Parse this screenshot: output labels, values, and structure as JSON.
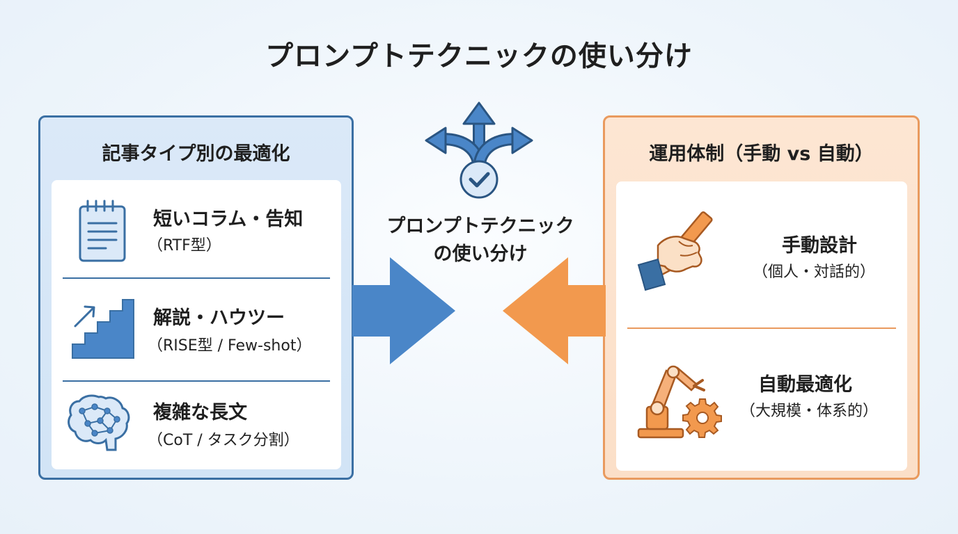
{
  "title": "プロンプトテクニックの使い分け",
  "center": {
    "line1": "プロンプトテクニック",
    "line2": "の使い分け",
    "icon": "split-arrows-check-icon"
  },
  "left_panel": {
    "heading": "記事タイプ別の最適化",
    "items": [
      {
        "label": "短いコラム・告知",
        "sub": "（RTF型）",
        "icon": "notepad-icon"
      },
      {
        "label": "解説・ハウツー",
        "sub": "（RISE型 / Few-shot）",
        "icon": "stairs-icon"
      },
      {
        "label": "複雑な長文",
        "sub": "（CoT / タスク分割）",
        "icon": "brain-network-icon"
      }
    ]
  },
  "right_panel": {
    "heading": "運用体制（手動 vs 自動）",
    "items": [
      {
        "label": "手動設計",
        "sub": "（個人・対話的）",
        "icon": "hand-pencil-icon"
      },
      {
        "label": "自動最適化",
        "sub": "（大規模・体系的）",
        "icon": "robot-arm-gear-icon"
      }
    ]
  },
  "colors": {
    "blue": "#3a6fa3",
    "blue_arrow": "#4a86c8",
    "orange": "#e99a5e",
    "orange_arrow": "#f2994e"
  }
}
